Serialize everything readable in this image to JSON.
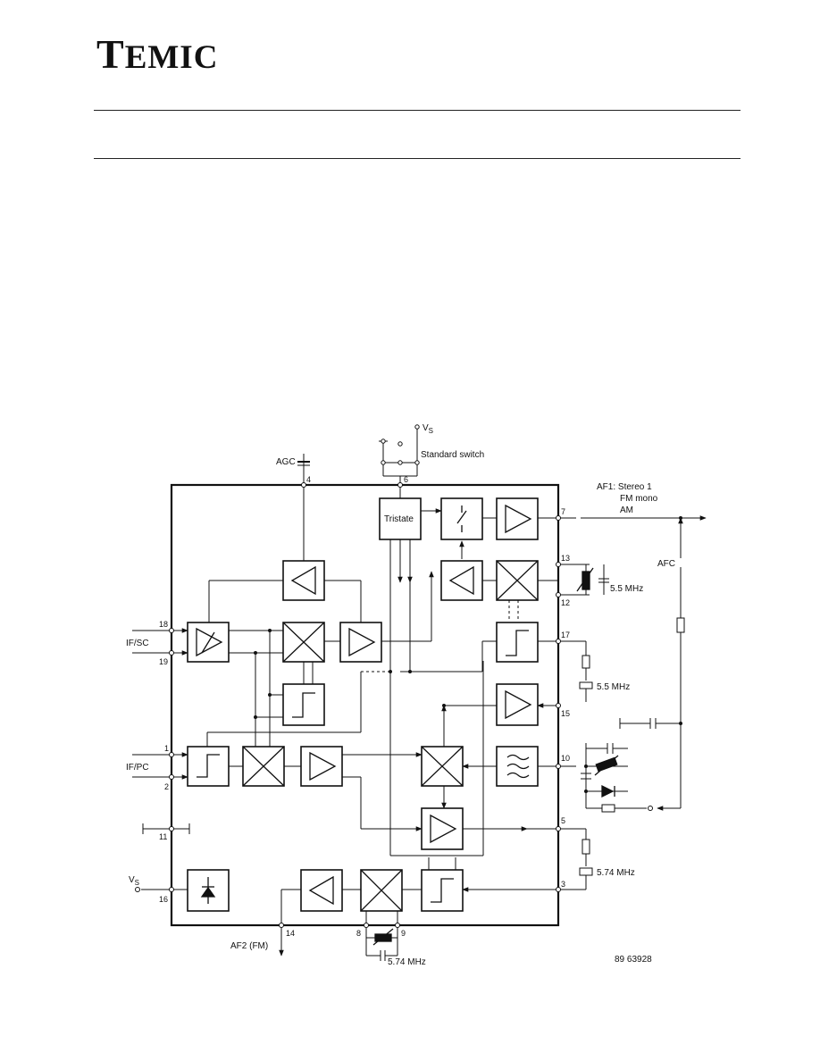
{
  "brand": {
    "name": "TEMIC",
    "first": "T",
    "rest": "EMIC"
  },
  "diagram": {
    "labels": {
      "vs_top": "V",
      "vs_sub": "S",
      "standard_switch": "Standard switch",
      "agc": "AGC",
      "af1": "AF1: Stereo 1",
      "fm_mono": "FM mono",
      "am": "AM",
      "afc": "AFC",
      "if_sc": "IF/SC",
      "if_pc": "IF/PC",
      "vs_left": "V",
      "vs_left_sub": "S",
      "af2": "AF2 (FM)",
      "tristate": "Tristate",
      "freq_55_a": "5.5 MHz",
      "freq_55_b": "5.5 MHz",
      "freq_574_a": "5.74 MHz",
      "freq_574_b": "5.74 MHz",
      "ref_code": "89 63928"
    },
    "pins": {
      "p1": "1",
      "p2": "2",
      "p3": "3",
      "p4": "4",
      "p5": "5",
      "p6": "6",
      "p7": "7",
      "p8": "8",
      "p9": "9",
      "p10": "10",
      "p11": "11",
      "p12": "12",
      "p13": "13",
      "p14": "14",
      "p15": "15",
      "p16": "16",
      "p17": "17",
      "p18": "18",
      "p19": "19"
    }
  }
}
